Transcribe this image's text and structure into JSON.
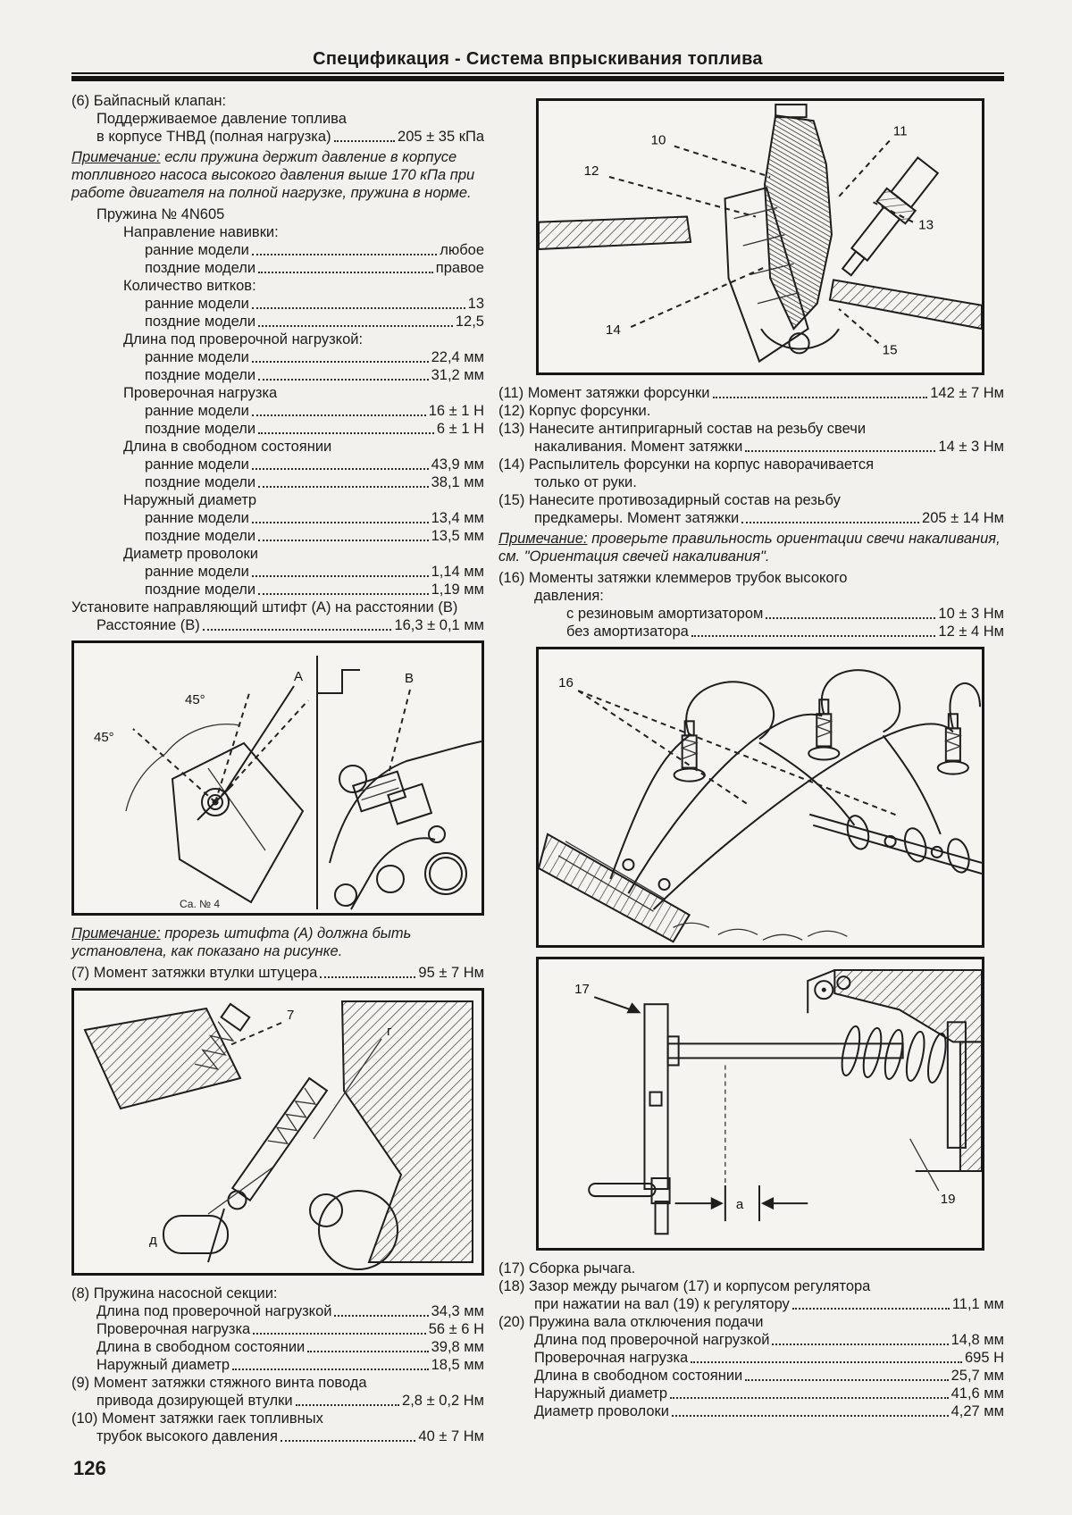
{
  "header": {
    "title": "Спецификация - Система впрыскивания топлива"
  },
  "page_number": "126",
  "notes": {
    "n1_prefix": "Примечание:",
    "n1_text": " если пружина держит давление в корпусе топливного насоса высокого давления выше 170 кПа при работе двигателя на полной нагрузке, пружина в норме.",
    "n2_prefix": "Примечание:",
    "n2_text": " прорезь штифта (А) должна быть установлена, как показано на рисунке.",
    "n3_prefix": "Примечание:",
    "n3_text": " проверьте правильность ориентации свечи накаливания, см. \"Ориентация свечей накаливания\"."
  },
  "left_a": [
    {
      "t": "(6) Байпасный клапан:"
    },
    {
      "t": "Поддерживаемое давление топлива"
    },
    {
      "l": "в корпусе ТНВД (полная нагрузка)",
      "v": "205 ± 35 кПа"
    },
    {
      "t": "Пружина № 4N605"
    },
    {
      "t": "Направление навивки:"
    },
    {
      "l": "ранние модели",
      "v": "любое"
    },
    {
      "l": "поздние модели",
      "v": "правое"
    },
    {
      "t": "Количество витков:"
    },
    {
      "l": "ранние модели",
      "v": "13"
    },
    {
      "l": "поздние модели",
      "v": "12,5"
    },
    {
      "t": "Длина под проверочной нагрузкой:"
    },
    {
      "l": "ранние модели",
      "v": "22,4 мм"
    },
    {
      "l": "поздние модели",
      "v": "31,2 мм"
    },
    {
      "t": "Проверочная нагрузка"
    },
    {
      "l": "ранние модели",
      "v": "16 ± 1 Н"
    },
    {
      "l": "поздние модели",
      "v": "6 ± 1 Н"
    },
    {
      "t": "Длина в свободном состоянии"
    },
    {
      "l": "ранние модели",
      "v": "43,9 мм"
    },
    {
      "l": "поздние модели",
      "v": "38,1 мм"
    },
    {
      "t": "Наружный диаметр"
    },
    {
      "l": "ранние модели",
      "v": "13,4 мм"
    },
    {
      "l": "поздние модели",
      "v": "13,5 мм"
    },
    {
      "t": "Диаметр проволоки"
    },
    {
      "l": "ранние модели",
      "v": "1,14 мм"
    },
    {
      "l": "поздние модели",
      "v": "1,19 мм"
    },
    {
      "t": "Установите направляющий штифт (А) на расстоянии (В)"
    },
    {
      "l": "Расстояние (В)",
      "v": "16,3 ± 0,1 мм"
    }
  ],
  "left_b": [
    {
      "l": "(7) Момент затяжки втулки штуцера",
      "v": "95 ± 7 Нм"
    }
  ],
  "left_c": [
    {
      "t": "(8) Пружина насосной секции:"
    },
    {
      "l": "Длина под проверочной нагрузкой",
      "v": "34,3 мм"
    },
    {
      "l": "Проверочная нагрузка",
      "v": "56 ± 6 Н"
    },
    {
      "l": "Длина в свободном состоянии",
      "v": "39,8 мм"
    },
    {
      "l": "Наружный диаметр",
      "v": "18,5 мм"
    },
    {
      "t": "(9) Момент затяжки стяжного винта повода"
    },
    {
      "l": "привода дозирующей втулки",
      "v": "2,8 ± 0,2 Нм"
    },
    {
      "t": "(10) Момент затяжки гаек топливных"
    },
    {
      "l": "трубок высокого давления",
      "v": "40 ± 7 Нм"
    }
  ],
  "right_a": [
    {
      "l": "(11) Момент затяжки форсунки",
      "v": "142 ± 7 Нм"
    },
    {
      "t": "(12) Корпус форсунки."
    },
    {
      "t": "(13) Нанесите антипригарный состав на резьбу свечи"
    },
    {
      "l": "накаливания. Момент затяжки",
      "v": "14 ± 3 Нм"
    },
    {
      "t": "(14) Распылитель форсунки на корпус наворачивается"
    },
    {
      "t": "только от руки."
    },
    {
      "t": "(15) Нанесите противозадирный состав на резьбу"
    },
    {
      "l": "предкамеры. Момент затяжки",
      "v": "205 ± 14 Нм"
    }
  ],
  "right_b": [
    {
      "t": "(16) Моменты затяжки клеммеров трубок высокого"
    },
    {
      "t": "давления:"
    },
    {
      "l": "с резиновым амортизатором",
      "v": "10 ± 3 Нм"
    },
    {
      "l": "без амортизатора",
      "v": "12 ± 4 Нм"
    }
  ],
  "right_c": [
    {
      "t": "(17) Сборка рычага."
    },
    {
      "t": "(18) Зазор между рычагом (17) и корпусом регулятора"
    },
    {
      "l": "при нажатии на вал (19) к регулятору",
      "v": "11,1 мм"
    },
    {
      "t": "(20) Пружина вала отключения подачи"
    },
    {
      "l": "Длина под проверочной нагрузкой",
      "v": "14,8 мм"
    },
    {
      "l": "Проверочная нагрузка",
      "v": "695 Н"
    },
    {
      "l": "Длина в свободном состоянии",
      "v": "25,7 мм"
    },
    {
      "l": "Наружный диаметр",
      "v": "41,6 мм"
    },
    {
      "l": "Диаметр проволоки",
      "v": "4,27 мм"
    }
  ],
  "diagrams": {
    "pin": {
      "a1": "45°",
      "a2": "45°",
      "A": "А",
      "B": "В",
      "caption": "Са. № 4"
    },
    "pump": {
      "n7": "7",
      "g": "г",
      "d": "д"
    },
    "injector": {
      "n10": "10",
      "n11": "11",
      "n12": "12",
      "n13": "13",
      "n14": "14",
      "n15": "15"
    },
    "pipes": {
      "n16": "16"
    },
    "governor": {
      "n17": "17",
      "n19": "19",
      "a": "а"
    }
  }
}
